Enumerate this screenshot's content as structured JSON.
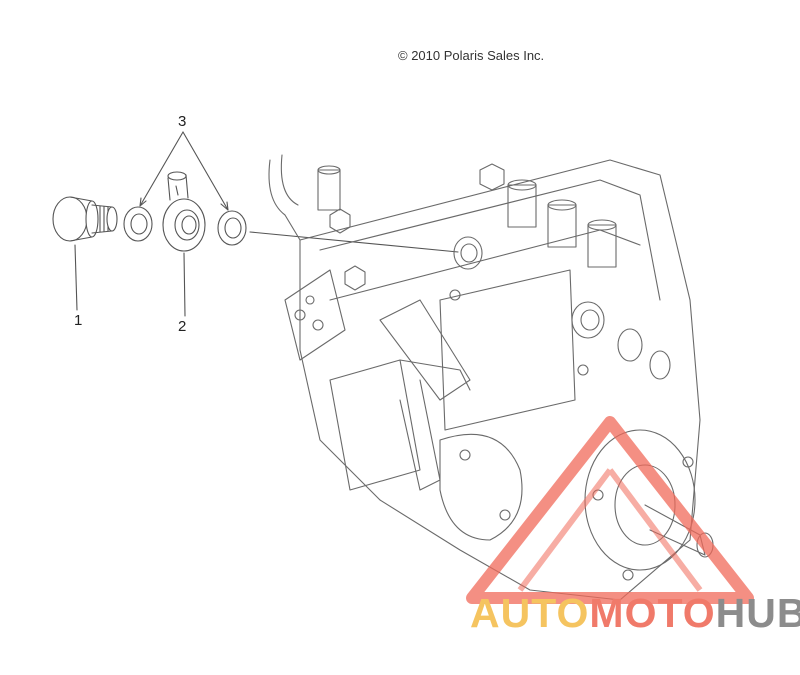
{
  "copyright": "© 2010 Polaris Sales Inc.",
  "callouts": [
    {
      "number": "1"
    },
    {
      "number": "2"
    },
    {
      "number": "3"
    }
  ],
  "watermark": {
    "part1": "AUTO",
    "part2": "MOTO",
    "part3": "HUB",
    "colors": {
      "part1": "#f5c460",
      "part2": "#f07a6a",
      "part3": "#8c8c8c",
      "triangle": "#f06a5a"
    }
  }
}
